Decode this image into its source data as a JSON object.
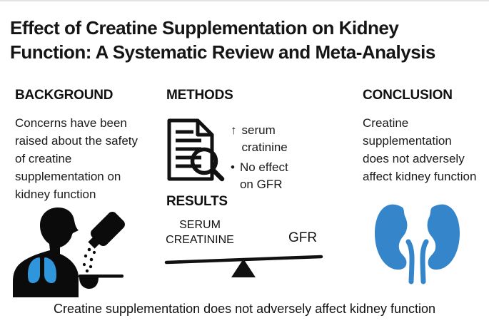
{
  "title": {
    "line1": "Effect of Creatine Supplementation on Kidney",
    "line2": "Function: A Systematic Review and Meta-Analysis"
  },
  "background": {
    "heading": "BACKGROUND",
    "body": "Concerns have been raised about the safety of creatine supplementation on kidney function",
    "illustration": "human-silhouette-with-lungs, supplement-shaker pouring powder into spoon"
  },
  "methods": {
    "heading": "METHODS",
    "items": [
      {
        "marker": "↑",
        "text": "serum cratinine"
      },
      {
        "marker": "•",
        "text": "No effect on GFR"
      }
    ]
  },
  "results": {
    "heading": "RESULTS",
    "left_label": "SERUM CREATININE",
    "right_label": "GFR",
    "visual": "tilted balance beam on fulcrum, left side slightly lower"
  },
  "conclusion": {
    "heading": "CONCLUSION",
    "body": "Creatine supplementation does not adversely affect kidney function"
  },
  "footer": {
    "caption": "Creatine supplementation does not adversely affect kidney function"
  },
  "colors": {
    "ink": "#111111",
    "silhouette": "#0b0b0b",
    "lungs_blue": "#2f96dc",
    "kidney_blue": "#3585ca",
    "background": "#ffffff"
  }
}
